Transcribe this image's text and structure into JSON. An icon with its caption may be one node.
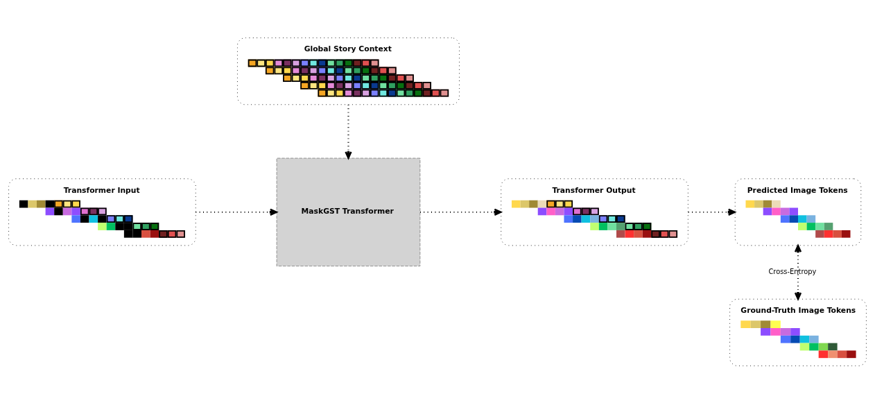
{
  "diagram": {
    "nodes": [
      {
        "text": [
          "Global Story Context"
        ]
      },
      {
        "text": [
          "Transformer Input"
        ]
      },
      {
        "text": [
          "MaskGST Transformer"
        ]
      },
      {
        "text": [
          "Transformer Output"
        ]
      },
      {
        "text": [
          "Predicted Image Tokens"
        ]
      },
      {
        "text": [
          "Ground-Truth Image Tokens"
        ]
      }
    ],
    "edges": [
      {
        "from": 0,
        "to": 2,
        "arrow": "to"
      },
      {
        "from": 1,
        "to": 2,
        "arrow": "to"
      },
      {
        "from": 2,
        "to": 3,
        "arrow": "to"
      },
      {
        "from": 3,
        "to": 4,
        "arrow": "to"
      },
      {
        "from": 4,
        "to": 5,
        "arrow": "both",
        "label": "Cross-Entropy"
      }
    ]
  }
}
